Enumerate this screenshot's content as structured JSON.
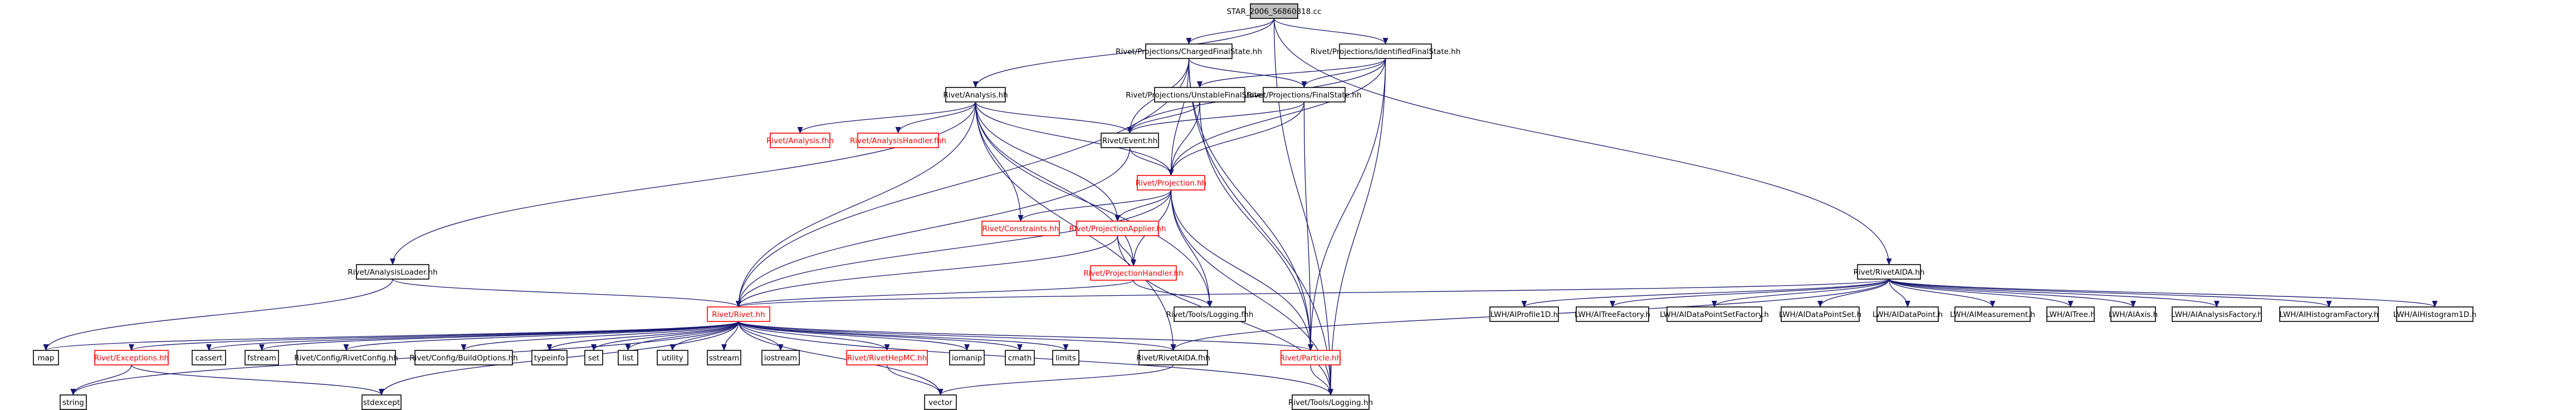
{
  "graph": {
    "kind": "include-dependency-graph",
    "edge_color": "#191970",
    "box_border_color": "#000000",
    "missing_doc_color": "#ff0000",
    "root_fill_color": "#bfbfbf",
    "nodes": [
      {
        "id": "root",
        "label": "STAR_2006_S6860818.cc",
        "root": true
      },
      {
        "id": "chargedfs",
        "label": "Rivet/Projections/ChargedFinalState.hh"
      },
      {
        "id": "identfs",
        "label": "Rivet/Projections/IdentifiedFinalState.hh"
      },
      {
        "id": "analysis",
        "label": "Rivet/Analysis.hh"
      },
      {
        "id": "unstablefs",
        "label": "Rivet/Projections/UnstableFinalState.hh"
      },
      {
        "id": "finalstate",
        "label": "Rivet/Projections/FinalState.hh"
      },
      {
        "id": "analysis_fhh",
        "label": "Rivet/Analysis.fhh",
        "missing": true
      },
      {
        "id": "analysishandler",
        "label": "Rivet/AnalysisHandler.fhh",
        "missing": true
      },
      {
        "id": "event",
        "label": "Rivet/Event.hh"
      },
      {
        "id": "projection",
        "label": "Rivet/Projection.hh",
        "missing": true
      },
      {
        "id": "constraints",
        "label": "Rivet/Constraints.hh",
        "missing": true
      },
      {
        "id": "projapplier",
        "label": "Rivet/ProjectionApplier.hh",
        "missing": true
      },
      {
        "id": "projhandler",
        "label": "Rivet/ProjectionHandler.hh",
        "missing": true
      },
      {
        "id": "logging_fhh",
        "label": "Rivet/Tools/Logging.fhh"
      },
      {
        "id": "analysisloader",
        "label": "Rivet/AnalysisLoader.hh"
      },
      {
        "id": "rivet",
        "label": "Rivet/Rivet.hh",
        "missing": true
      },
      {
        "id": "rivetaida",
        "label": "Rivet/RivetAIDA.hh"
      },
      {
        "id": "map",
        "label": "map"
      },
      {
        "id": "exceptions",
        "label": "Rivet/Exceptions.hh",
        "missing": true
      },
      {
        "id": "cassert",
        "label": "cassert"
      },
      {
        "id": "fstream",
        "label": "fstream"
      },
      {
        "id": "rivetconfig",
        "label": "Rivet/Config/RivetConfig.hh"
      },
      {
        "id": "buildoptions",
        "label": "Rivet/Config/BuildOptions.hh"
      },
      {
        "id": "typeinfo",
        "label": "typeinfo"
      },
      {
        "id": "set",
        "label": "set"
      },
      {
        "id": "list",
        "label": "list"
      },
      {
        "id": "utility",
        "label": "utility"
      },
      {
        "id": "sstream",
        "label": "sstream"
      },
      {
        "id": "iostream",
        "label": "iostream"
      },
      {
        "id": "rivethepmc",
        "label": "Rivet/RivetHepMC.hh",
        "missing": true
      },
      {
        "id": "iomanip",
        "label": "iomanip"
      },
      {
        "id": "cmath",
        "label": "cmath"
      },
      {
        "id": "limits",
        "label": "limits"
      },
      {
        "id": "rivetaida_fhh",
        "label": "Rivet/RivetAIDA.fhh"
      },
      {
        "id": "particle",
        "label": "Rivet/Particle.hh",
        "missing": true
      },
      {
        "id": "string",
        "label": "string"
      },
      {
        "id": "stdexcept",
        "label": "stdexcept"
      },
      {
        "id": "vector",
        "label": "vector"
      },
      {
        "id": "logging_hh",
        "label": "Rivet/Tools/Logging.hh"
      },
      {
        "id": "iprofile1d",
        "label": "LWH/AIProfile1D.h"
      },
      {
        "id": "itreefactory",
        "label": "LWH/AITreeFactory.h"
      },
      {
        "id": "idpsfactory",
        "label": "LWH/AIDataPointSetFactory.h"
      },
      {
        "id": "idpset",
        "label": "LWH/AIDataPointSet.h"
      },
      {
        "id": "idp",
        "label": "LWH/AIDataPoint.h"
      },
      {
        "id": "imeasurement",
        "label": "LWH/AIMeasurement.h"
      },
      {
        "id": "itree",
        "label": "LWH/AITree.h"
      },
      {
        "id": "iaxis",
        "label": "LWH/AIAxis.h"
      },
      {
        "id": "ianalysisfactory",
        "label": "LWH/AIAnalysisFactory.h"
      },
      {
        "id": "ihistofactory",
        "label": "LWH/AIHistogramFactory.h"
      },
      {
        "id": "ihisto1d",
        "label": "LWH/AIHistogram1D.h"
      }
    ]
  }
}
